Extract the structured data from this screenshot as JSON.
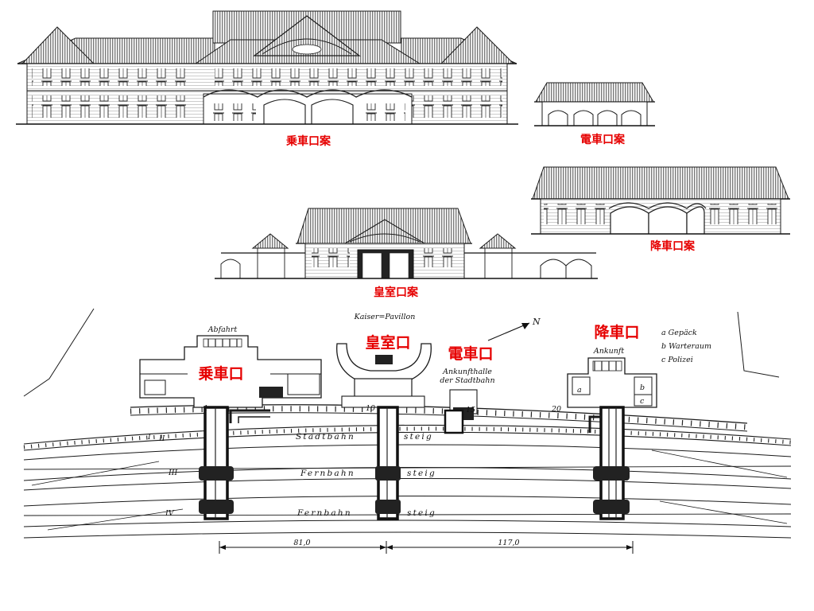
{
  "elevations": {
    "boarding": "乗車口案",
    "tram": "電車口案",
    "alighting": "降車口案",
    "imperial": "皇室口案"
  },
  "plan": {
    "labels_jp": {
      "boarding": "乗車口",
      "imperial": "皇室口",
      "tram": "電車口",
      "alighting": "降車口"
    },
    "labels_de": {
      "departure": "Abfahrt",
      "kaiser_pavillon": "Kaiser=Pavillon",
      "arrival": "Ankunft",
      "ankunfthalle_1": "Ankunfthalle",
      "ankunfthalle_2": "der Stadtbahn",
      "north": "N"
    },
    "legend": [
      "a Gepäck",
      "b Warteraum",
      "c Polizei"
    ],
    "platforms": {
      "stadtbahn": "Stadtbahn",
      "fernbahn": "Fernbahn",
      "steig": "steig"
    },
    "markers": {
      "m1": "1",
      "m10": "10",
      "m15": "15",
      "m20": "20"
    },
    "room_letters": {
      "a": "a",
      "b": "b",
      "c": "c"
    },
    "track_numerals": {
      "t1": "I",
      "t2": "II",
      "t3": "III",
      "t4": "IV"
    },
    "dimensions": {
      "left": "81,0",
      "right": "117,0"
    }
  }
}
